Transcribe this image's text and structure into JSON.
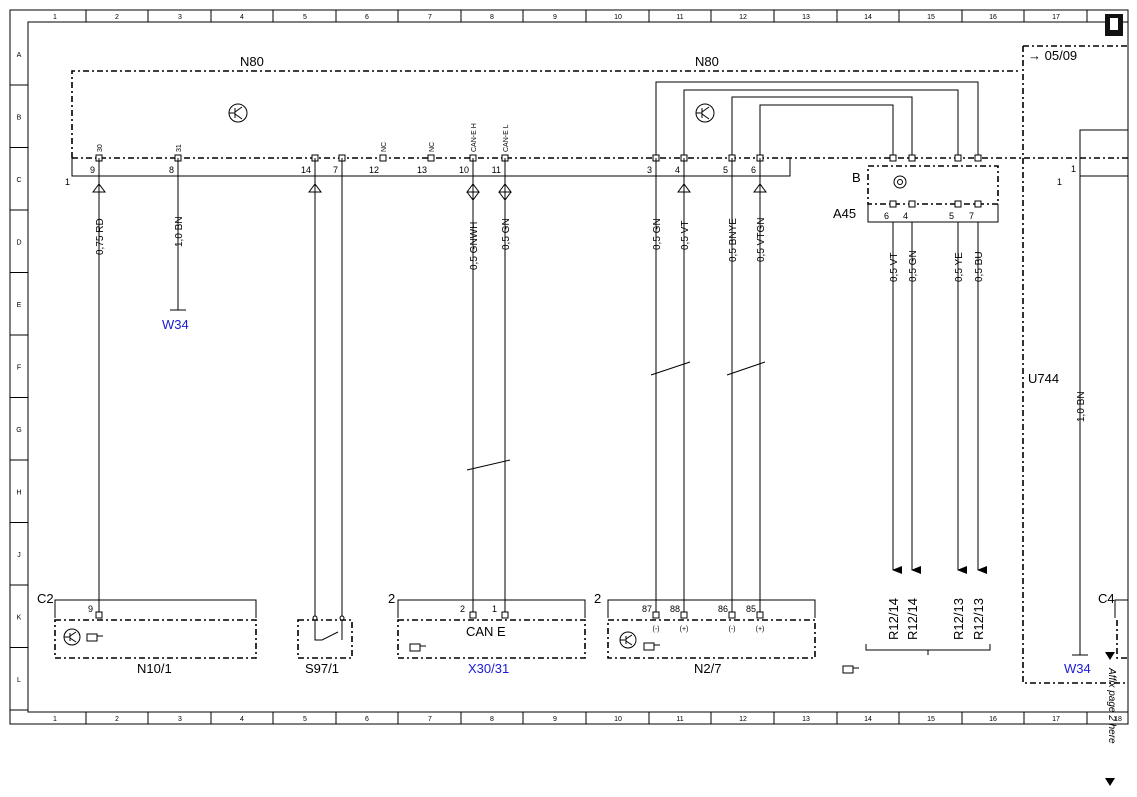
{
  "grid": {
    "columns": [
      "1",
      "2",
      "3",
      "4",
      "5",
      "6",
      "7",
      "8",
      "9",
      "10",
      "11",
      "12",
      "13",
      "14",
      "15",
      "16",
      "17",
      "18"
    ],
    "rows": [
      "A",
      "B",
      "C",
      "D",
      "E",
      "F",
      "G",
      "H",
      "J",
      "K",
      "L"
    ]
  },
  "modules": {
    "n80_left": "N80",
    "n80_right": "N80",
    "a45": "A45",
    "a45_inner": "B",
    "u744": "U744",
    "version": "05/09",
    "n80_pin_start": "1",
    "u744_pin_start": "1"
  },
  "n80_pins": [
    {
      "pos": "9",
      "name": "30"
    },
    {
      "pos": "8",
      "name": "31"
    },
    {
      "pos": "14",
      "name": ""
    },
    {
      "pos": "7",
      "name": ""
    },
    {
      "pos": "12",
      "name": "NC"
    },
    {
      "pos": "13",
      "name": "NC"
    },
    {
      "pos": "10",
      "name": "CAN-E H"
    },
    {
      "pos": "11",
      "name": "CAN-E L"
    },
    {
      "pos": "3",
      "name": ""
    },
    {
      "pos": "4",
      "name": ""
    },
    {
      "pos": "5",
      "name": ""
    },
    {
      "pos": "6",
      "name": ""
    }
  ],
  "a45_pins": [
    "6",
    "4",
    "5",
    "7"
  ],
  "wires": {
    "w1": "0,75 RD",
    "w2": "1,0 BN",
    "w3": "0,5 GNWH",
    "w4": "0,5 GN",
    "w5": "0,5 GN",
    "w6": "0,5 VT",
    "w7": "0,5 BNYE",
    "w8": "0,5 VTGN",
    "w9": "0,5 VT",
    "w10": "0,5 GN",
    "w11": "0,5 YE",
    "w12": "0,5 BU",
    "w13": "1,0 BN"
  },
  "grounds": {
    "g1": "W34",
    "g2": "W34"
  },
  "components": {
    "n10_1": {
      "name": "N10/1",
      "conn": "C2",
      "pin": "9"
    },
    "s97_1": {
      "name": "S97/1"
    },
    "x30_31": {
      "name": "X30/31",
      "conn": "2",
      "pins": [
        "2",
        "1"
      ],
      "label": "CAN E"
    },
    "n2_7": {
      "name": "N2/7",
      "conn": "2",
      "pins": [
        "87",
        "88",
        "86",
        "85"
      ],
      "signs": [
        "(-)",
        "(+)",
        "(-)",
        "(+)"
      ]
    },
    "c4": {
      "conn": "C4"
    }
  },
  "refs": [
    "R12/14",
    "R12/14",
    "R12/13",
    "R12/13"
  ],
  "side_note": "Affix page 2 here"
}
